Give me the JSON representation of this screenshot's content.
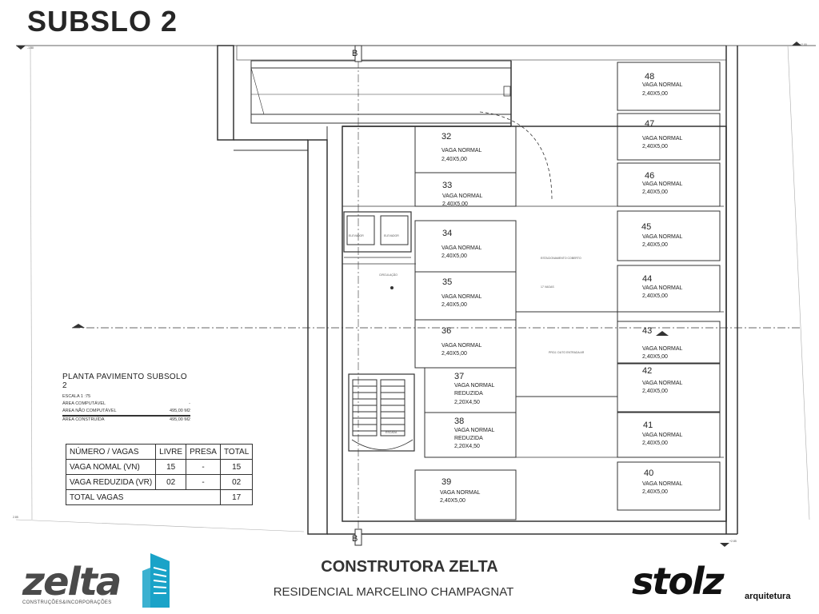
{
  "title": "SUBSLO 2",
  "plan": {
    "spots": [
      {
        "num": "48",
        "type": "VAGA NORMAL",
        "size": "2,40X5,00"
      },
      {
        "num": "47",
        "type": "VAGA NORMAL",
        "size": "2,40X5,00"
      },
      {
        "num": "46",
        "type": "VAGA NORMAL",
        "size": "2,40X5,00"
      },
      {
        "num": "45",
        "type": "VAGA NORMAL",
        "size": "2,40X5,00"
      },
      {
        "num": "44",
        "type": "VAGA NORMAL",
        "size": "2,40X5,00"
      },
      {
        "num": "43",
        "type": "VAGA NORMAL",
        "size": "2,40X5,00"
      },
      {
        "num": "42",
        "type": "VAGA NORMAL",
        "size": "2,40X5,00"
      },
      {
        "num": "41",
        "type": "VAGA NORMAL",
        "size": "2,40X5,00"
      },
      {
        "num": "40",
        "type": "VAGA NORMAL",
        "size": "2,40X5,00"
      },
      {
        "num": "32",
        "type": "VAGA NORMAL",
        "size": "2,40X5,00"
      },
      {
        "num": "33",
        "type": "VAGA NORMAL",
        "size": "2,40X5,00"
      },
      {
        "num": "34",
        "type": "VAGA NORMAL",
        "size": "2,40X5,00"
      },
      {
        "num": "35",
        "type": "VAGA NORMAL",
        "size": "2,40X5,00"
      },
      {
        "num": "36",
        "type": "VAGA NORMAL",
        "size": "2,40X5,00"
      },
      {
        "num": "37",
        "type": "VAGA NORMAL",
        "type2": "REDUZIDA",
        "size": "2,20X4,50"
      },
      {
        "num": "38",
        "type": "VAGA NORMAL",
        "type2": "REDUZIDA",
        "size": "2,20X4,50"
      },
      {
        "num": "39",
        "type": "VAGA NORMAL",
        "size": "2,40X5,00"
      }
    ],
    "labels": {
      "elevator": "ELEVADOR",
      "circulation": "CIRCULAÇÃO",
      "stairs": "ESCADA",
      "duct": "PROJ. DUTO ENTRADA AR",
      "parking_note": "ESTACIONAMENTO COBERTO",
      "vagas_note": "17 VAGAS",
      "level_left": "-1.88",
      "level_right": "+2.00",
      "level_bottom_left": "2.85",
      "level_bottom_right": "+2.85",
      "section_mark": "B"
    }
  },
  "info": {
    "title": "PLANTA PAVIMENTO SUBSOLO 2",
    "scale": "ESCALA 1 :75",
    "area_comp_label": "ÁREA COMPUTÁVEL",
    "area_comp_value": "-",
    "area_noncomp_label": "ÁREA NÃO COMPUTÁVEL",
    "area_noncomp_value": "495,00 M2",
    "area_built_label": "ÁREA CONSTRUÍDA",
    "area_built_value": "495,00 M2"
  },
  "table": {
    "headers": [
      "NÚMERO / VAGAS",
      "LIVRE",
      "PRESA",
      "TOTAL"
    ],
    "rows": [
      [
        "VAGA NOMAL (VN)",
        "15",
        "-",
        "15"
      ],
      [
        "VAGA REDUZIDA (VR)",
        "02",
        "-",
        "02"
      ],
      [
        "TOTAL VAGAS",
        "",
        "",
        "17"
      ]
    ]
  },
  "footer": {
    "company": "CONSTRUTORA ZELTA",
    "project": "RESIDENCIAL MARCELINO CHAMPAGNAT",
    "zelta_word": "zelta",
    "zelta_tag": "CONSTRUÇÕES&INCORPORAÇÕES",
    "stolz_word": "stolz",
    "stolz_sub": "arquitetura",
    "brand_blue": "#1aa3c8"
  }
}
